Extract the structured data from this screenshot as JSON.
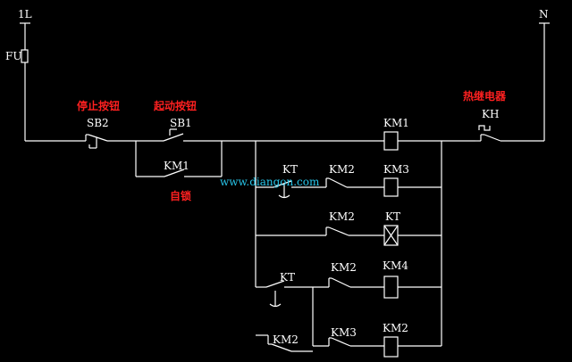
{
  "rails": {
    "left": "1L",
    "right": "N"
  },
  "fuse": {
    "label": "FU"
  },
  "stop_button": {
    "name": "停止按钮",
    "tag": "SB2"
  },
  "start_button": {
    "name": "起动按钮",
    "tag": "SB1"
  },
  "self_lock": {
    "tag": "KM1",
    "name": "自锁"
  },
  "thermal_relay": {
    "name": "热继电器",
    "tag": "KH"
  },
  "watermark": "www.diangon.com",
  "rungs": [
    {
      "coil": "KM1"
    },
    {
      "timer_contact": "KT",
      "contact": "KM2",
      "coil": "KM3"
    },
    {
      "contact": "KM2",
      "coil": "KT"
    },
    {
      "timer_contact": "KT",
      "contact": "KM2",
      "coil": "KM4"
    },
    {
      "branch_contact": "KM2",
      "contact": "KM3",
      "coil": "KM2"
    }
  ]
}
